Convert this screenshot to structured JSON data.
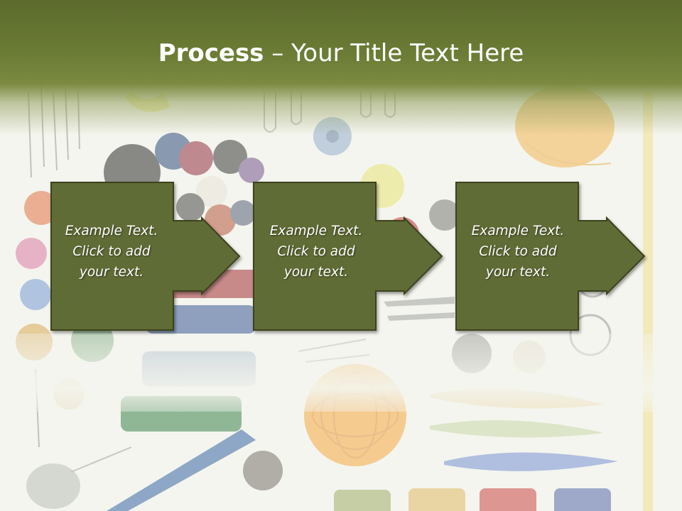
{
  "slide": {
    "title_bold": "Process",
    "title_rest": " – Your Title Text Here",
    "steps": [
      {
        "lines": [
          "Example Text.",
          "Click  to add",
          "your text."
        ]
      },
      {
        "lines": [
          "Example Text.",
          "Click  to add",
          "your text."
        ]
      },
      {
        "lines": [
          "Example Text.",
          "Click  to add",
          "your text."
        ]
      }
    ]
  },
  "colors": {
    "header": "#6b7c35",
    "step_box": "#606c34",
    "step_border": "#3a421b",
    "background": "#f4f5ee"
  },
  "background_art": "sewing-notions-photo"
}
